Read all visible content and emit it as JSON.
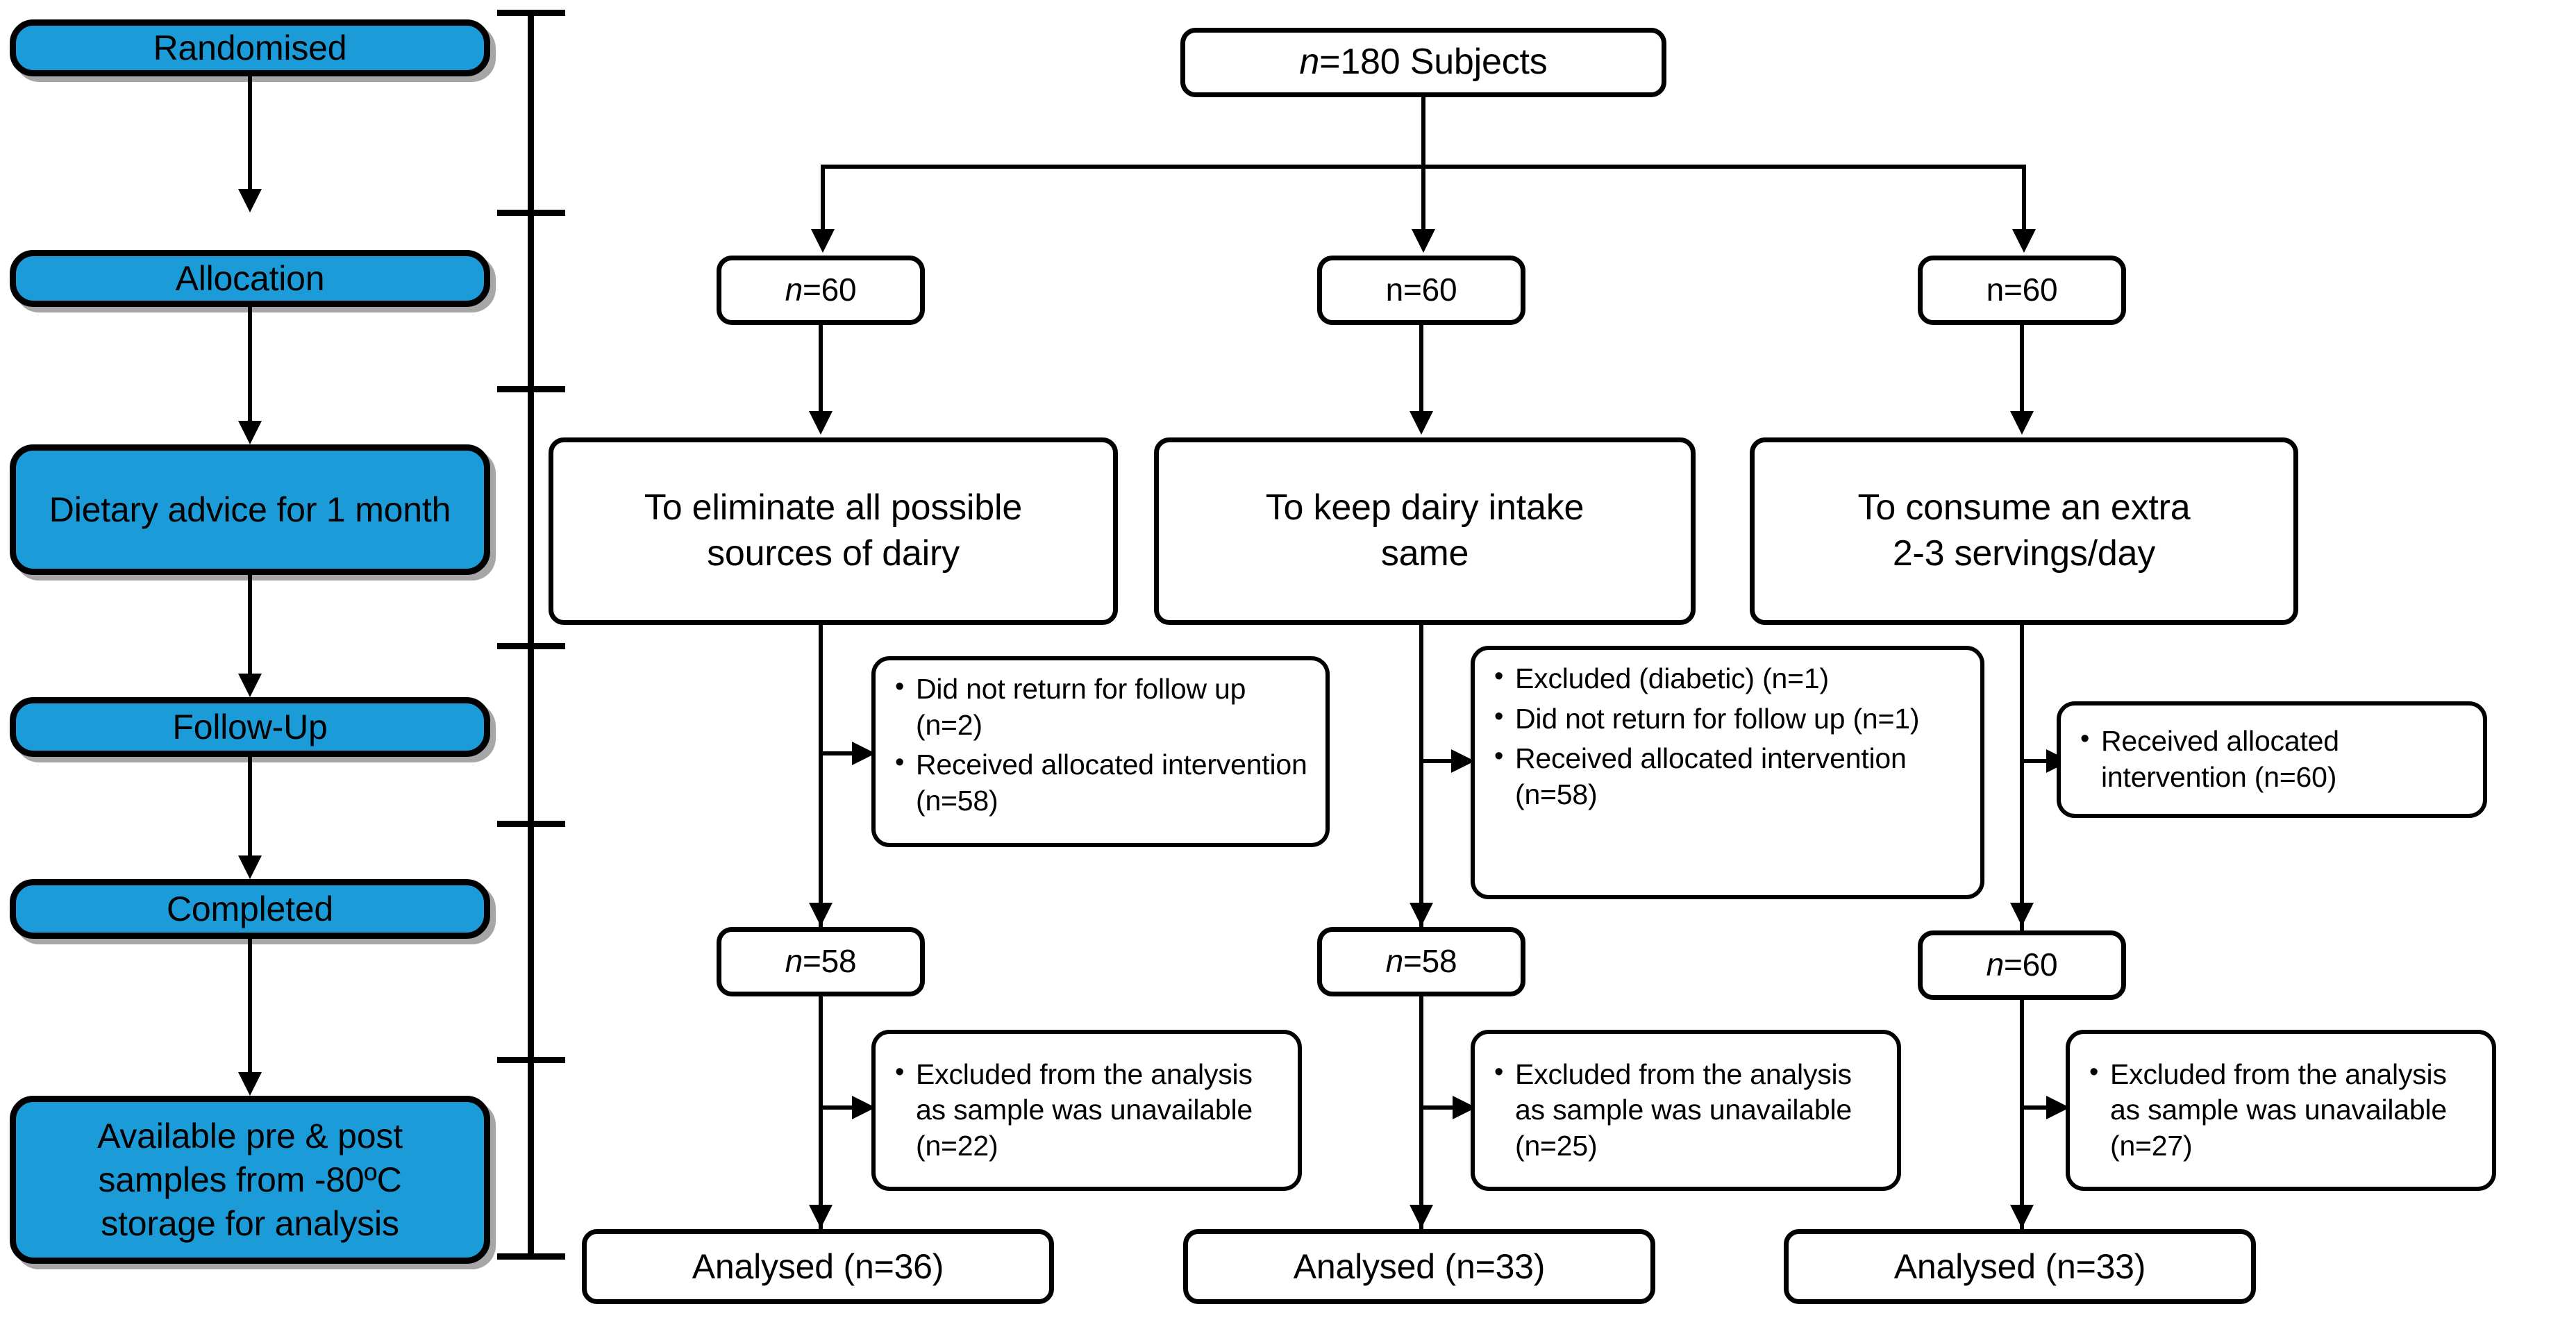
{
  "diagram": {
    "title": "CONSORT participant flow diagram",
    "colors": {
      "stage_fill": "#1b9bd8",
      "stroke": "#000000",
      "background": "#ffffff"
    }
  },
  "stages": [
    {
      "label": "Randomised"
    },
    {
      "label": "Allocation"
    },
    {
      "label": "Dietary advice for 1 month"
    },
    {
      "label": "Follow-Up"
    },
    {
      "label": "Completed"
    },
    {
      "label": "Available pre & post samples from -80ºC storage for analysis"
    }
  ],
  "enrolment": {
    "label_n": "n",
    "label_rest": "=180 Subjects"
  },
  "allocation": [
    {
      "n_italic": true,
      "label_n": "n",
      "label_rest": "=60"
    },
    {
      "n_italic": false,
      "label_n": "n",
      "label_rest": "=60"
    },
    {
      "n_italic": false,
      "label_n": "n",
      "label_rest": "=60"
    }
  ],
  "interventions": [
    {
      "line1": "To eliminate all possible",
      "line2": "sources of dairy"
    },
    {
      "line1": "To keep dairy intake",
      "line2": "same"
    },
    {
      "line1": "To consume an extra",
      "line2": "2-3 servings/day"
    }
  ],
  "followup_notes": [
    {
      "bullets": [
        "Did not return for follow up (n=2)",
        "Received allocated intervention (n=58)"
      ]
    },
    {
      "bullets": [
        "Excluded (diabetic) (n=1)",
        "Did not return for follow up (n=1)",
        "Received allocated intervention (n=58)"
      ]
    },
    {
      "bullets": [
        "Received allocated intervention (n=60)"
      ]
    }
  ],
  "completed": [
    {
      "label_n": "n",
      "label_rest": "=58"
    },
    {
      "label_n": "n",
      "label_rest": "=58"
    },
    {
      "label_n": "n",
      "label_rest": "=60"
    }
  ],
  "exclusion_notes": [
    {
      "bullets": [
        "Excluded from the analysis as sample was unavailable (n=22)"
      ]
    },
    {
      "bullets": [
        "Excluded from the analysis as sample was unavailable (n=25)"
      ]
    },
    {
      "bullets": [
        "Excluded from the analysis as sample was unavailable (n=27)"
      ]
    }
  ],
  "analysed": [
    {
      "label": "Analysed (n=36)"
    },
    {
      "label": "Analysed (n=33)"
    },
    {
      "label": "Analysed (n=33)"
    }
  ]
}
